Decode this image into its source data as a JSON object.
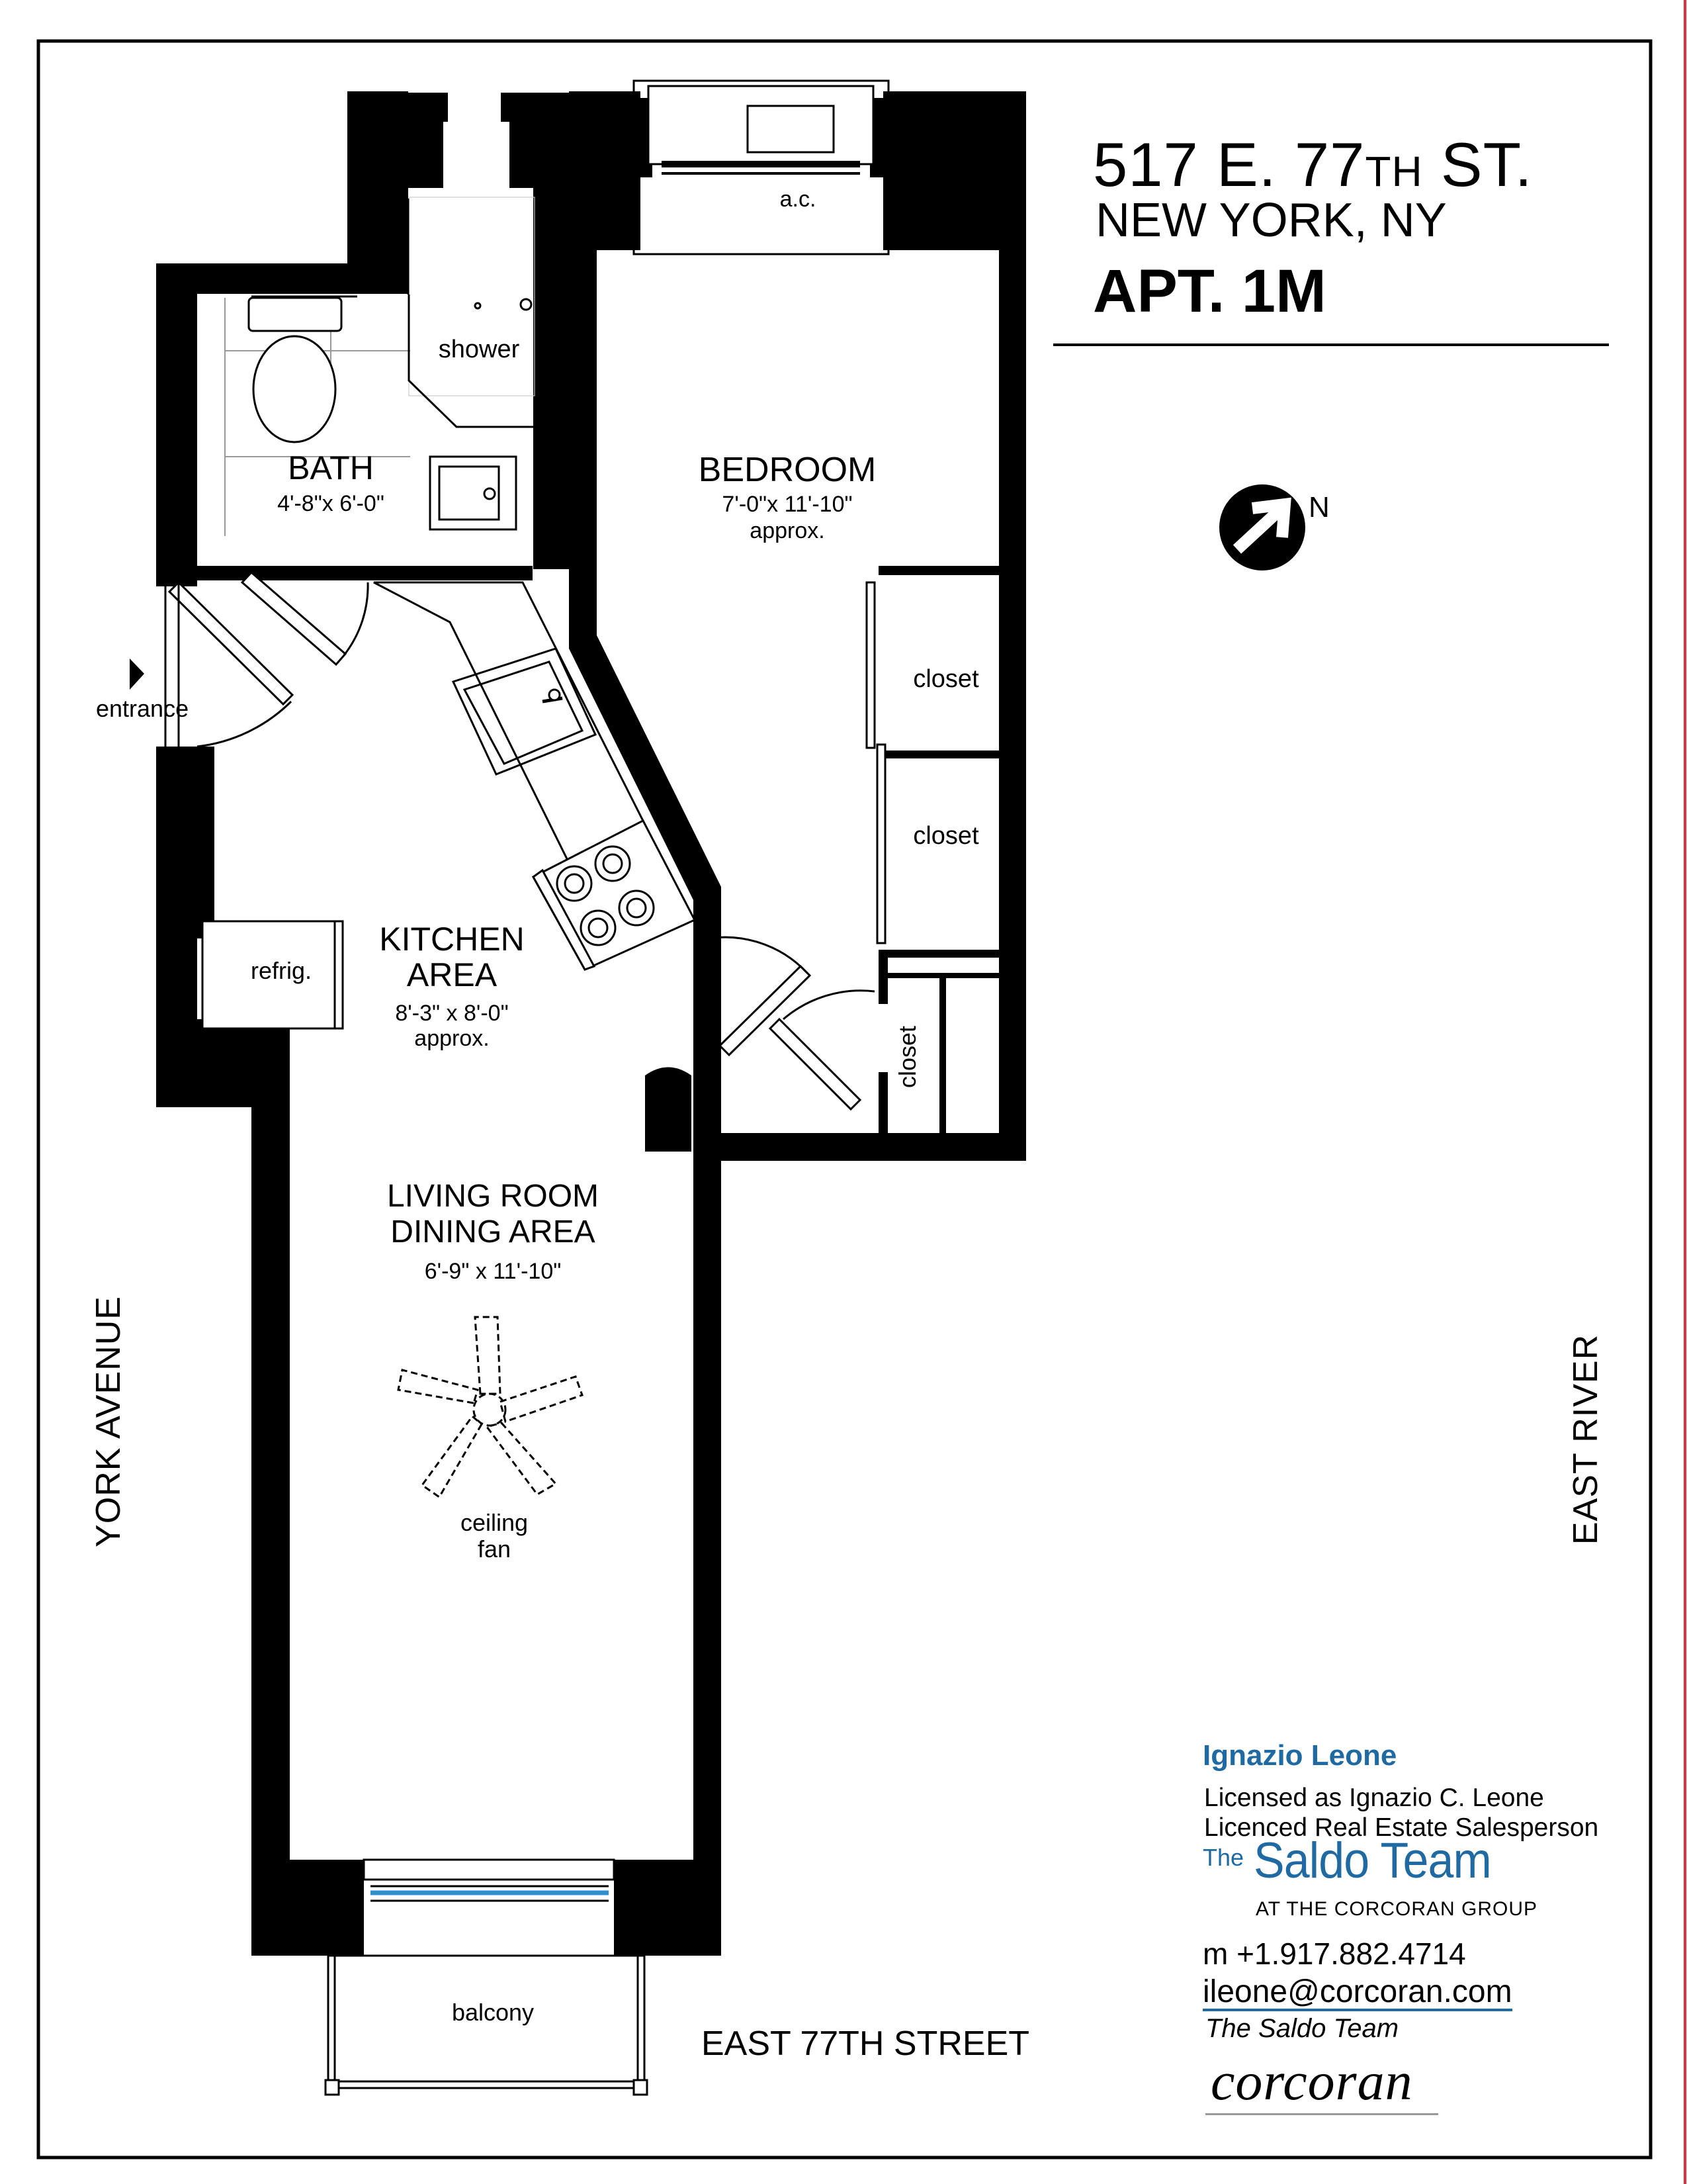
{
  "address": {
    "street_number": "517 E. 77",
    "street_suffix": "TH",
    "street_end": " ST.",
    "city": "NEW YORK, NY",
    "unit": "APT. 1M"
  },
  "compass": {
    "label": "N",
    "direction": "north"
  },
  "rooms": {
    "bath": {
      "name": "BATH",
      "size": "4'-8\"x 6'-0\""
    },
    "shower": {
      "name": "shower"
    },
    "bedroom": {
      "name": "BEDROOM",
      "size": "7'-0\"x 11'-10\"",
      "note": "approx."
    },
    "ac": {
      "name": "a.c."
    },
    "closet_1": {
      "name": "closet"
    },
    "closet_2": {
      "name": "closet"
    },
    "closet_3": {
      "name": "closet"
    },
    "entrance": {
      "name": "entrance"
    },
    "kitchen": {
      "line1": "KITCHEN",
      "line2": "AREA",
      "size": "8'-3\" x 8'-0\"",
      "note": "approx."
    },
    "refrig": {
      "name": "refrig."
    },
    "living": {
      "line1": "LIVING ROOM",
      "line2": "DINING AREA",
      "size": "6'-9\" x 11'-10\""
    },
    "fan": {
      "line1": "ceiling",
      "line2": "fan"
    },
    "balcony": {
      "name": "balcony"
    }
  },
  "streets": {
    "west": "YORK AVENUE",
    "east": "EAST RIVER",
    "south": "EAST 77TH STREET"
  },
  "agent": {
    "name": "Ignazio Leone",
    "license_line1": "Licensed as Ignazio C. Leone",
    "license_line2": "Licenced Real Estate Salesperson",
    "team_prefix": "The",
    "team_name": "Saldo Team",
    "group": "AT THE CORCORAN GROUP",
    "phone": "m +1.917.882.4714",
    "email": "ileone@corcoran.com",
    "team_sign": "The Saldo Team",
    "logo": "corcoran"
  },
  "colors": {
    "accent": "#1f6aa3",
    "window_blue": "#2f8fd0",
    "wall": "#000000"
  }
}
